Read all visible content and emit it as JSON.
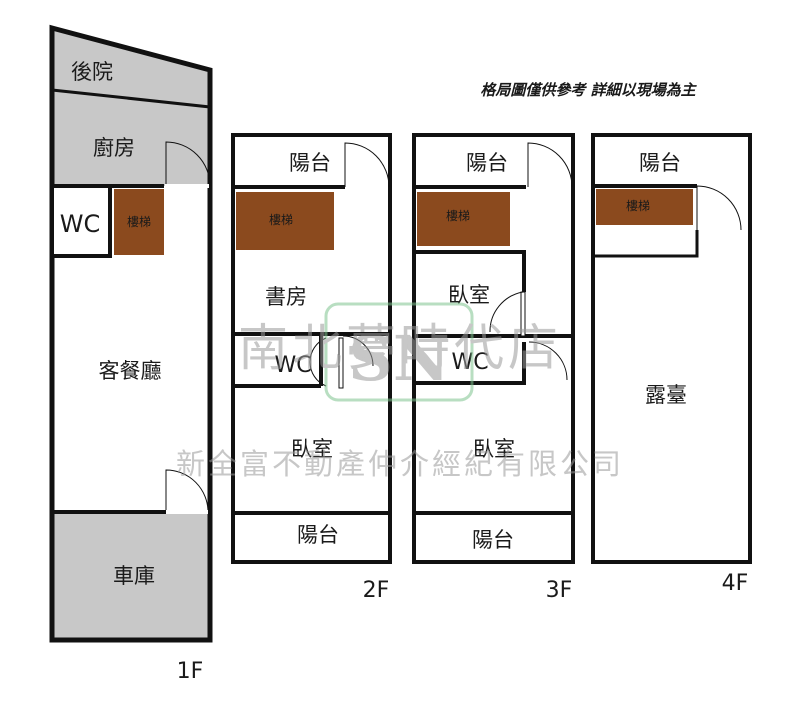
{
  "note": "格局圖僅供參考 詳細以現場為主",
  "watermark": {
    "line1": "南北夢時代店",
    "line2": "新全富不動產仲介經紀有限公司",
    "logo_text": "SN"
  },
  "colors": {
    "wall": "#111111",
    "gray_fill": "#c8c8c8",
    "stair_fill": "#8b4a1e",
    "logo": "#7fc48f"
  },
  "floors": {
    "f1": {
      "label": "1F",
      "backyard": "後院",
      "kitchen": "廚房",
      "wc": "WC",
      "stairs": "樓梯",
      "living": "客餐廳",
      "garage": "車庫"
    },
    "f2": {
      "label": "2F",
      "balcony_top": "陽台",
      "stairs": "樓梯",
      "study": "書房",
      "wc": "WC",
      "bedroom": "臥室",
      "balcony_bottom": "陽台"
    },
    "f3": {
      "label": "3F",
      "balcony_top": "陽台",
      "stairs": "樓梯",
      "bedroom_top": "臥室",
      "wc": "WC",
      "bedroom_bottom": "臥室",
      "balcony_bottom": "陽台"
    },
    "f4": {
      "label": "4F",
      "balcony": "陽台",
      "stairs": "樓梯",
      "terrace": "露臺"
    }
  }
}
